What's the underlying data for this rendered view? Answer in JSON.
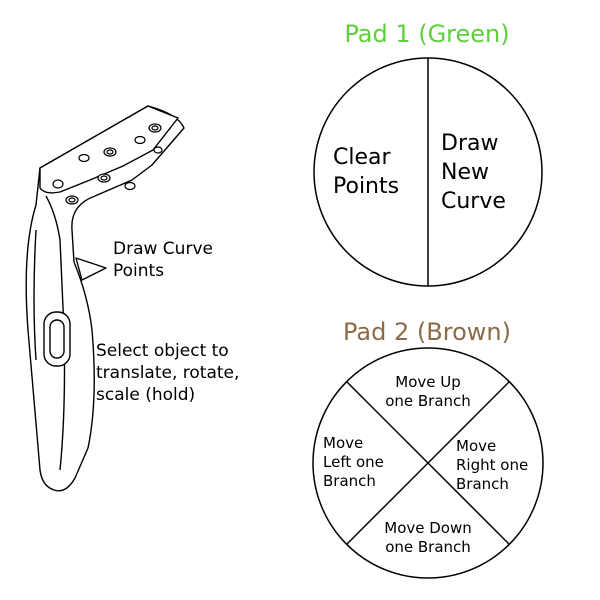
{
  "controller": {
    "draw_curve_label": [
      "Draw Curve",
      "Points"
    ],
    "select_object_label": [
      "Select object to",
      "translate, rotate,",
      "scale (hold)"
    ]
  },
  "pad1": {
    "title": "Pad 1 (Green)",
    "color": "#5fcf3e",
    "left_sector": [
      "Clear",
      "Points"
    ],
    "right_sector": [
      "Draw",
      "New",
      "Curve"
    ]
  },
  "pad2": {
    "title": "Pad 2 (Brown)",
    "color": "#8b6b45",
    "up_sector": [
      "Move Up",
      "one Branch"
    ],
    "left_sector": [
      "Move",
      "Left one",
      "Branch"
    ],
    "right_sector": [
      "Move",
      "Right one",
      "Branch"
    ],
    "down_sector": [
      "Move Down",
      "one Branch"
    ]
  }
}
